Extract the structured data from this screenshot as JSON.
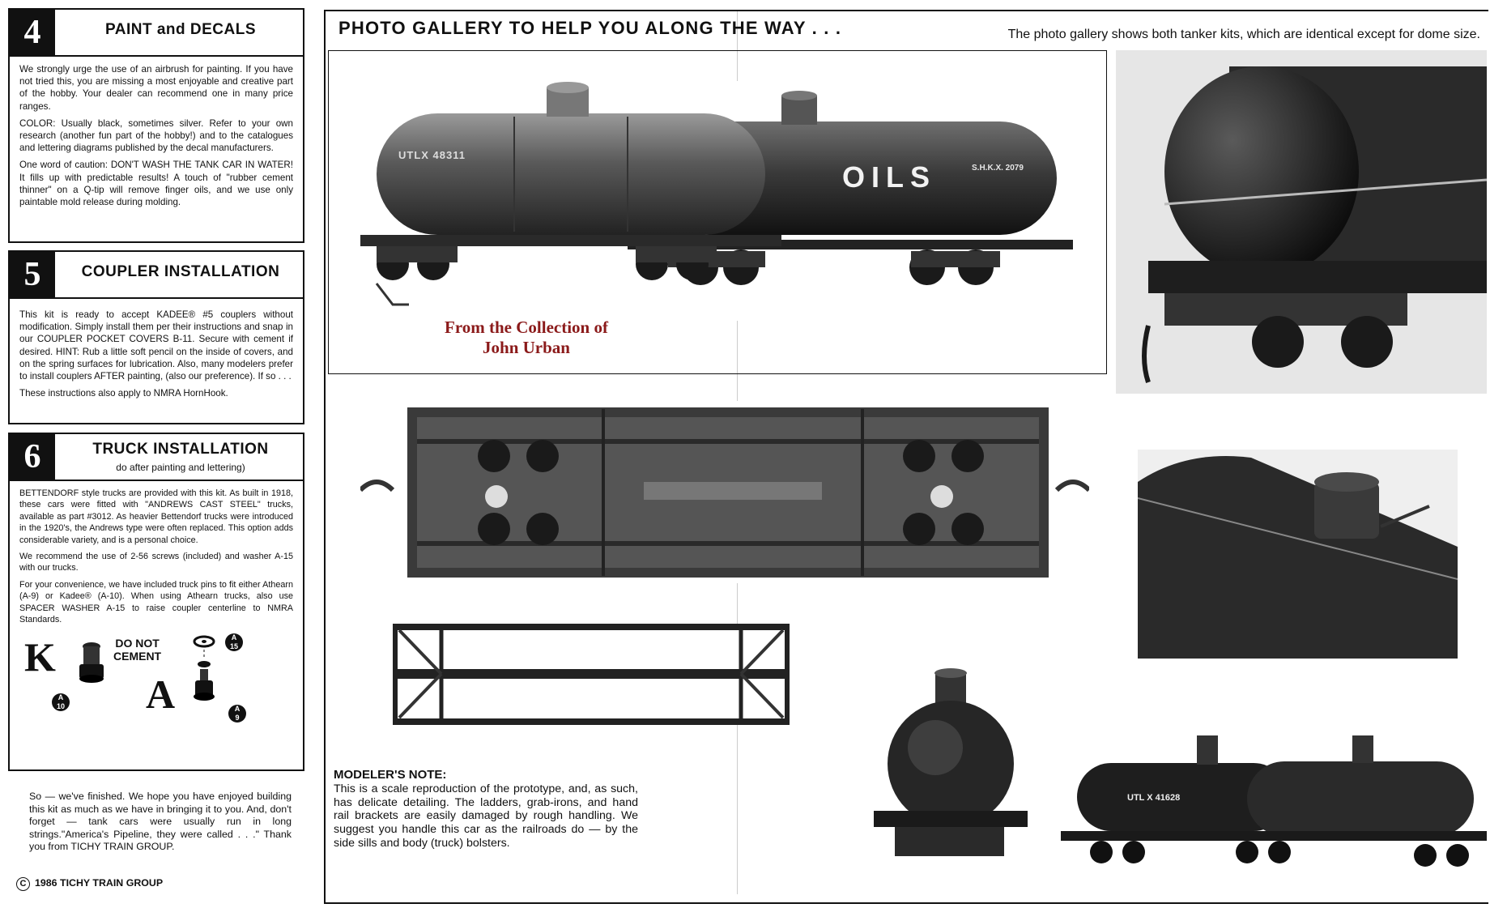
{
  "sections": {
    "paint": {
      "number": "4",
      "title": "PAINT and DECALS",
      "paragraphs": [
        "We strongly urge the use of an airbrush for painting. If you have not tried this, you are missing a most enjoyable and creative part of the hobby. Your dealer can recommend one in many price ranges.",
        "COLOR: Usually black, sometimes silver. Refer to your own research (another fun part of the hobby!) and to the catalogues and lettering diagrams published by the decal manufacturers.",
        "One word of caution: DON'T WASH THE TANK CAR IN WATER! It fills up with predictable results! A touch of \"rubber cement thinner\" on a Q-tip will remove finger oils, and we use only paintable mold release during molding."
      ]
    },
    "coupler": {
      "number": "5",
      "title": "COUPLER INSTALLATION",
      "paragraphs": [
        "This kit is ready to accept KADEE® #5 couplers without modification. Simply install them per their instructions and snap in our COUPLER POCKET COVERS B-11. Secure with cement if desired. HINT: Rub a little soft pencil on the inside of covers, and on the spring surfaces for lubrication. Also, many modelers prefer to install couplers AFTER painting, (also our preference). If so . . .",
        "These instructions also apply to NMRA HornHook."
      ]
    },
    "truck": {
      "number": "6",
      "title": "TRUCK INSTALLATION",
      "subtitle": "do after painting and lettering)",
      "paragraphs": [
        "BETTENDORF style trucks are provided with this kit. As built in 1918, these cars were fitted with \"ANDREWS CAST STEEL\" trucks, available as part #3012. As heavier Bettendorf trucks were introduced in the 1920's, the Andrews type were often replaced. This option adds considerable variety, and is a personal choice.",
        "We recommend the use of 2-56 screws (included) and washer A-15 with our trucks.",
        "For your convenience, we have included truck pins to fit either Athearn (A-9) or Kadee® (A-10). When using Athearn trucks, also use SPACER WASHER A-15 to raise coupler centerline to NMRA Standards."
      ],
      "diagram": {
        "letter_k": "K",
        "letter_a": "A",
        "do_not": "DO NOT",
        "cement": "CEMENT",
        "badge_a10": [
          "A",
          "10"
        ],
        "badge_a15": [
          "A",
          "15"
        ],
        "badge_a9": [
          "A",
          "9"
        ]
      }
    }
  },
  "closing": "So — we've finished. We hope you have enjoyed building this kit as much as we have in bringing it to you. And, don't forget — tank cars were usually run in long strings.\"America's Pipeline, they were called . . .\" Thank you from TICHY TRAIN GROUP.",
  "copyright": {
    "symbol": "C",
    "text": "1986 TICHY TRAIN GROUP"
  },
  "gallery": {
    "title": "PHOTO GALLERY TO HELP YOU ALONG THE WAY . . .",
    "note": "The photo gallery shows both tanker kits, which are identical except for dome size.",
    "credit_line1": "From the Collection of",
    "credit_line2": "John Urban",
    "car_left_lettering": "UTLX 48311",
    "car_right_lettering": "OILS",
    "car_right_reporting": "S.H.K.X. 2079",
    "bottom_right_lettering": "UTL X 41628",
    "modeler_note_heading": "MODELER'S NOTE:",
    "modeler_note": "This is a scale reproduction of the prototype, and, as such, has delicate detailing. The ladders, grab-irons, and hand rail brackets are easily damaged by rough handling. We suggest you handle this car as the railroads do — by the side sills and body (truck) bolsters."
  }
}
